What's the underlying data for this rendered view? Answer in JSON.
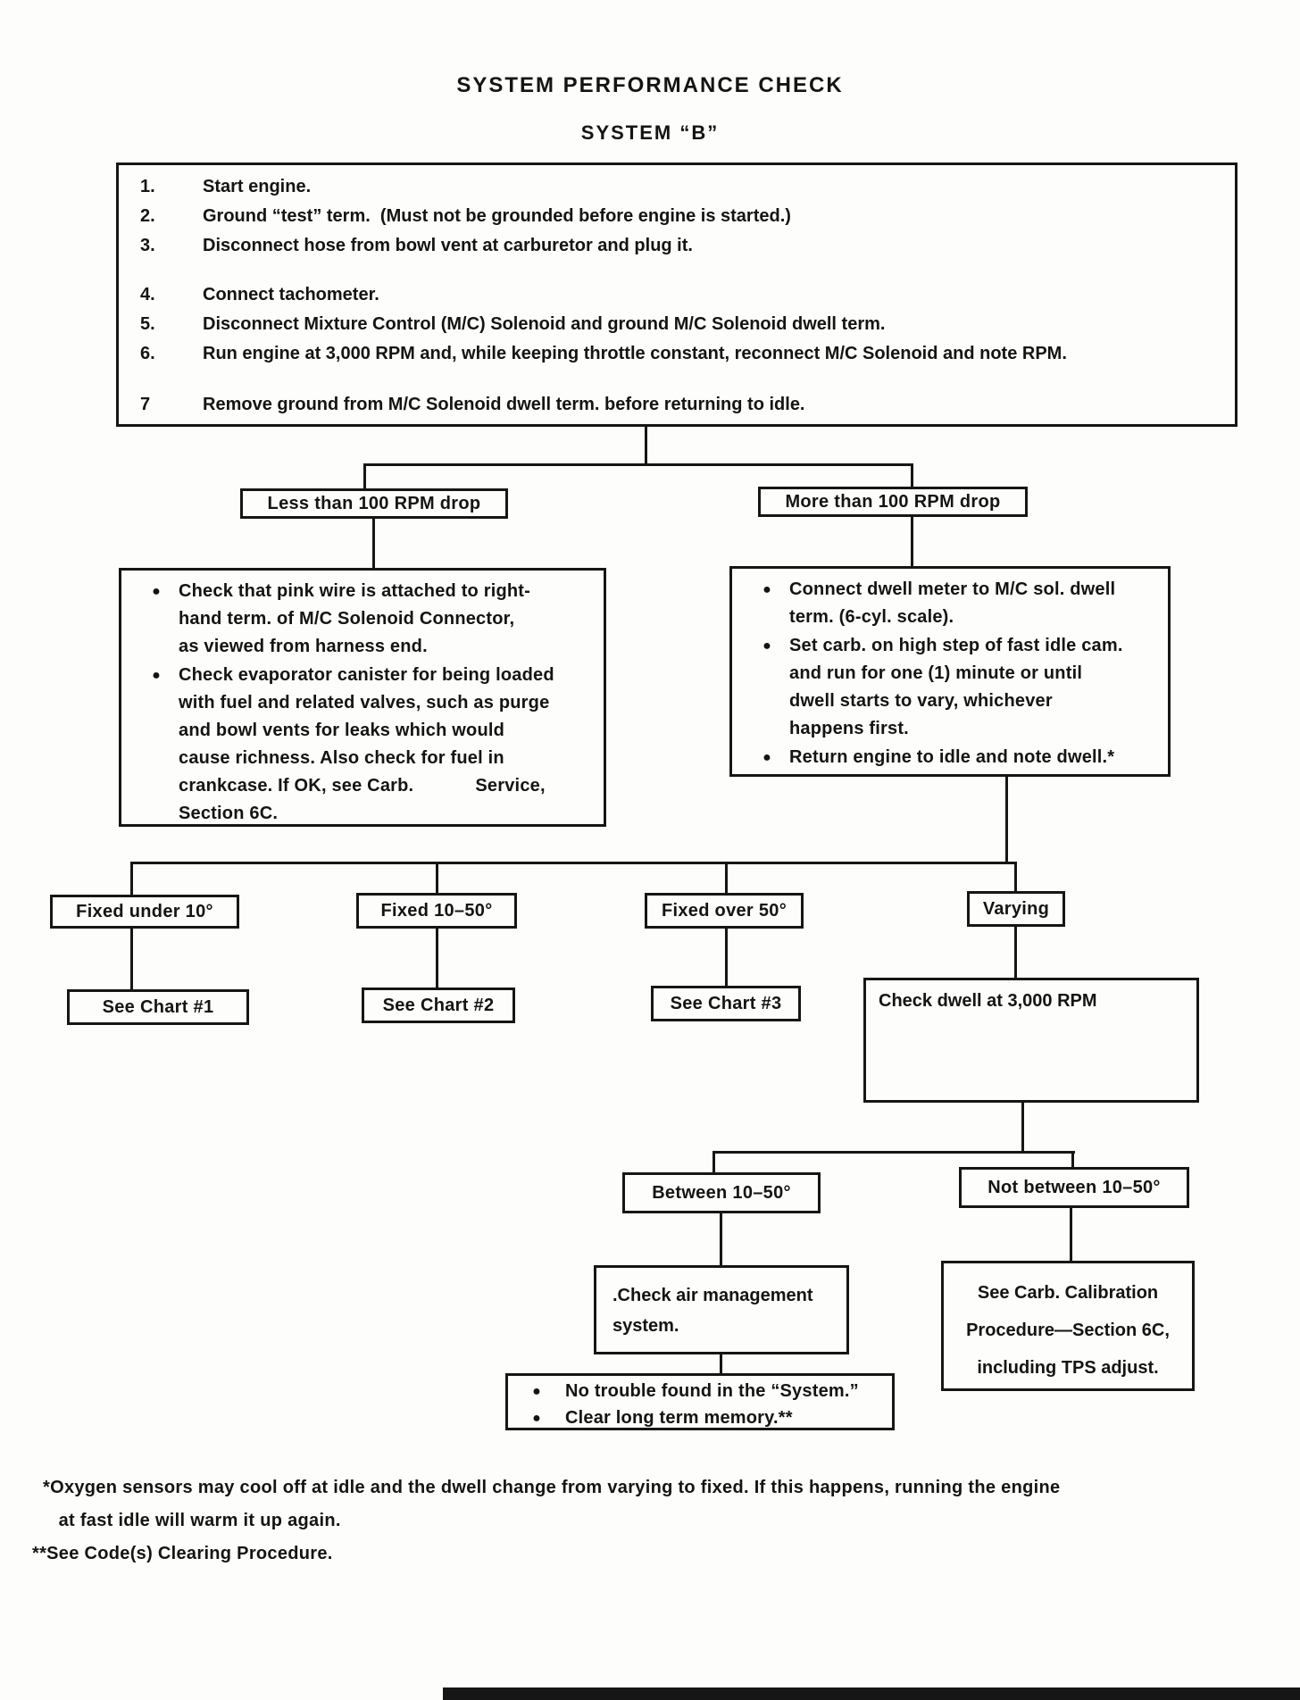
{
  "title": "SYSTEM PERFORMANCE CHECK",
  "subtitle": "SYSTEM “B”",
  "icons": {
    "bullet": "●"
  },
  "steps": [
    {
      "num": "1.",
      "text": "Start engine."
    },
    {
      "num": "2.",
      "text": "Ground “test” term.  (Must not be grounded before engine is started.)"
    },
    {
      "num": "3.",
      "text": "Disconnect hose from bowl vent at carburetor and plug it."
    },
    {
      "num": "4.",
      "text": "Connect tachometer."
    },
    {
      "num": "5.",
      "text": "Disconnect Mixture Control (M/C) Solenoid and ground M/C Solenoid dwell term."
    },
    {
      "num": "6.",
      "text": "Run engine at 3,000 RPM and, while keeping throttle constant, reconnect M/C Solenoid and note RPM."
    },
    {
      "num": "7",
      "text": "Remove ground from M/C Solenoid dwell term. before returning to idle."
    }
  ],
  "branch_less": {
    "label": "Less than 100 RPM drop",
    "items": [
      "Check that pink wire is attached to right-\nhand term. of M/C Solenoid Connector,\nas viewed from harness end.",
      "Check evaporator canister for being loaded\nwith fuel and related valves, such as purge\nand bowl vents for leaks which would\ncause richness. Also check for fuel in\ncrankcase. If OK, see Carb.            Service,\nSection 6C."
    ]
  },
  "branch_more": {
    "label": "More than 100 RPM drop",
    "items": [
      "Connect dwell meter to M/C sol. dwell\nterm. (6-cyl. scale).",
      "Set carb. on high step of fast idle cam.\nand run for one (1) minute or until\ndwell starts to vary, whichever\nhappens first.",
      "Return engine to idle and note dwell.*"
    ]
  },
  "outcomes": {
    "fixed_under_10": "Fixed under 10°",
    "fixed_10_50": "Fixed 10–50°",
    "fixed_over_50": "Fixed over 50°",
    "varying": "Varying",
    "chart1": "See Chart #1",
    "chart2": "See Chart #2",
    "chart3": "See Chart #3",
    "check_dwell": "Check dwell at 3,000 RPM"
  },
  "dwell_branch": {
    "between": "Between 10–50°",
    "not_between": "Not between 10–50°",
    "air": ".Check air management\nsystem.",
    "carb": "See Carb. Calibration\nProcedure—Section 6C,\nincluding TPS adjust.",
    "no_trouble_1": "No trouble found in the “System.”",
    "no_trouble_2": "Clear long term memory.**"
  },
  "footnotes": {
    "f1": "*Oxygen sensors may cool off at idle and the dwell change from varying to fixed. If this happens, running the engine\n   at fast idle will warm it up again.",
    "f2": "**See Code(s) Clearing Procedure."
  }
}
